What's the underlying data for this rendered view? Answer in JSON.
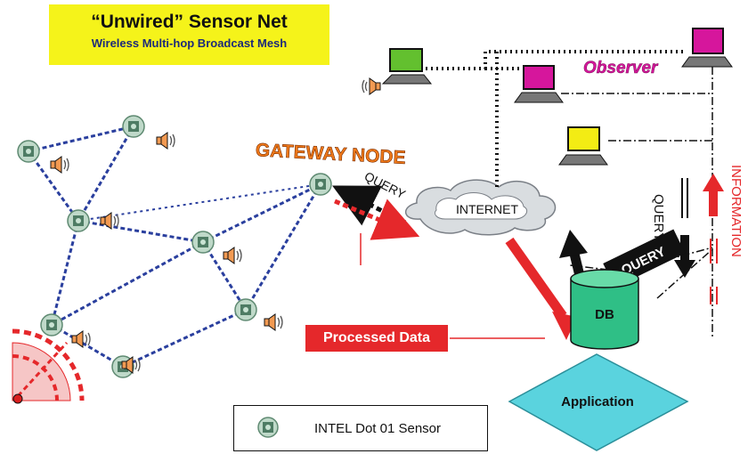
{
  "title": {
    "main": "“Unwired” Sensor Net",
    "subtitle": "Wireless Multi-hop Broadcast Mesh"
  },
  "labels": {
    "gateway": "GATEWAY NODE",
    "observer": "Observer",
    "internet": "INTERNET",
    "query_top": "QUERY",
    "query_box": "QUERY",
    "query_vertical": "QUERY",
    "information": "INFORMATION",
    "processed_data": "Processed Data",
    "db": "DB",
    "application": "Application"
  },
  "legend": {
    "text": "INTEL Dot 01 Sensor",
    "icon": "sensor-icon"
  },
  "icons": [
    "sensor-icon",
    "speaker-icon",
    "laptop-icon",
    "cloud-icon",
    "database-icon",
    "radar-icon"
  ],
  "colors": {
    "title_bg": "#f5f31a",
    "mesh_link": "#2a3f9e",
    "data_red": "#e5282b",
    "gateway_text": "#f07a1a",
    "observer_laptop": "#d6169c",
    "green_laptop": "#63c02f",
    "yellow_laptop": "#f3ec14",
    "db_fill": "#2fbf86",
    "app_fill": "#5ad3de"
  }
}
